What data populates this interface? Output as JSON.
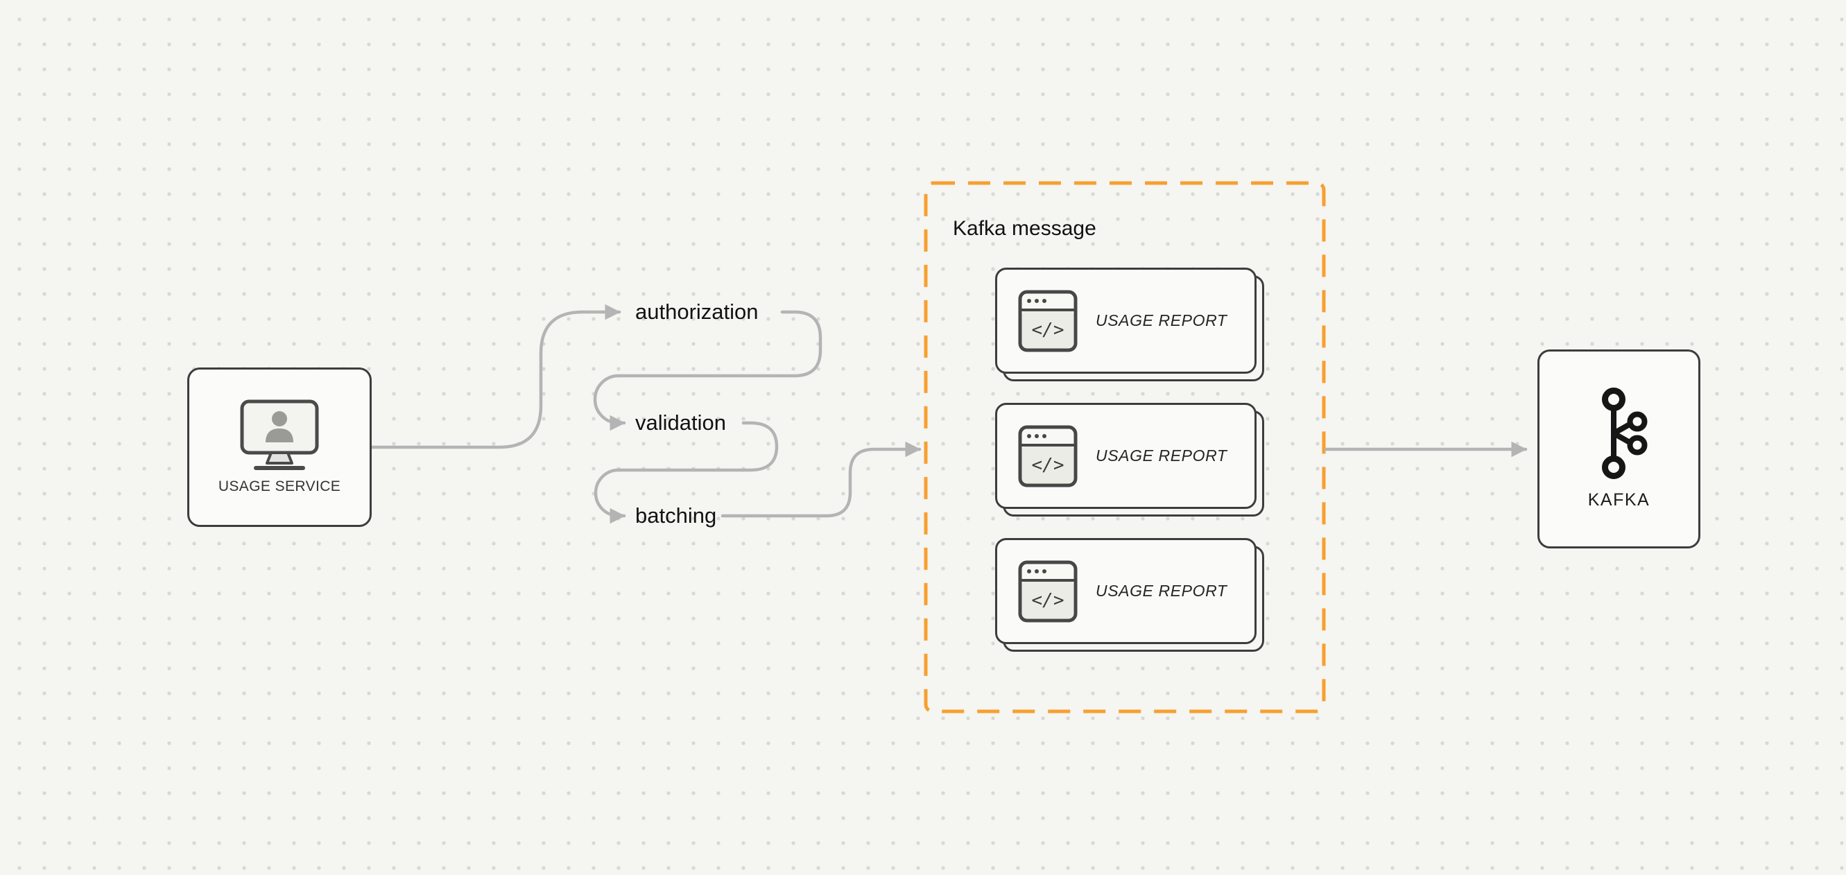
{
  "canvas": {
    "background_color": "#f5f5f2",
    "dot_color": "#d8d8d4"
  },
  "colors": {
    "arrow": "#b4b4b4",
    "shape_border": "#3d3d3d",
    "shape_fill": "#fbfbf9",
    "group_border": "#f7a02f",
    "text": "#141414"
  },
  "nodes": {
    "usage_service": {
      "label": "USAGE SERVICE",
      "icon": "user-workstation-icon"
    },
    "kafka": {
      "label": "KAFKA",
      "icon": "kafka-logo-icon"
    }
  },
  "steps": [
    {
      "label": "authorization"
    },
    {
      "label": "validation"
    },
    {
      "label": "batching"
    }
  ],
  "kafka_message_group": {
    "title": "Kafka message",
    "messages": [
      {
        "label": "USAGE REPORT",
        "icon": "code-window-icon"
      },
      {
        "label": "USAGE REPORT",
        "icon": "code-window-icon"
      },
      {
        "label": "USAGE REPORT",
        "icon": "code-window-icon"
      }
    ]
  },
  "glyphs": {
    "code": "</>"
  }
}
